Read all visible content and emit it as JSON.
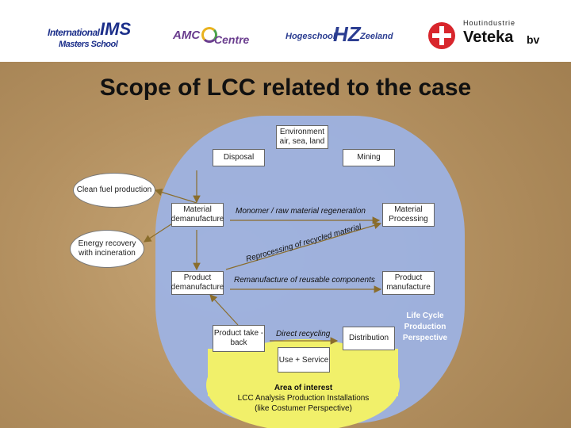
{
  "logos": {
    "ims_line1": "International",
    "ims_mark": "IMS",
    "ims_line2": "Masters School",
    "amc": "AMC",
    "amc_centre": "Centre",
    "hz_school": "Hogeschool",
    "hz_mark": "HZ",
    "hz_zeeland": "Zeeland",
    "veteka_top": "Houtindustrie",
    "veteka_name": "Veteka",
    "veteka_suffix": "bv"
  },
  "title": "Scope of LCC related to the case",
  "nodes": {
    "environment": "Environment air, sea, land",
    "disposal": "Disposal",
    "mining": "Mining",
    "material_processing": "Material Processing",
    "material_demanufacture": "Material demanufacture",
    "product_demanufacture": "Product demanufacture",
    "product_manufacture": "Product manufacture",
    "product_takeback": "Product take - back",
    "distribution": "Distribution",
    "use_service": "Use + Service"
  },
  "side_nodes": {
    "clean_fuel": "Clean fuel production",
    "energy_recovery": "Energy recovery with incineration"
  },
  "flows": {
    "monomer": "Monomer / raw material regeneration",
    "reprocessing": "Reprocessing of recycled material",
    "remanufacture": "Remanufacture of reusable components",
    "direct_recycling": "Direct recycling"
  },
  "perspective": "Life Cycle Production Perspective",
  "area_of_interest": {
    "heading": "Area of interest",
    "line1": "LCC Analysis Production Installations",
    "line2": "(like Costumer Perspective)"
  },
  "colors": {
    "cycle_blue": "#9cb3e6",
    "area_yellow": "#f1f06a",
    "veteka_red": "#d8262c",
    "ims_blue": "#1c2f8a",
    "hz_blue": "#2b3d91",
    "amc_purple": "#6a3d8e"
  }
}
